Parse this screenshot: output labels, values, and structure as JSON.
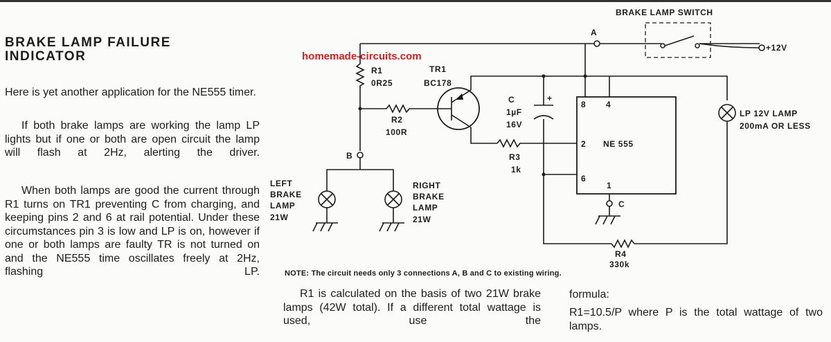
{
  "article": {
    "title_line1": "BRAKE LAMP FAILURE",
    "title_line2": "INDICATOR",
    "intro": "Here is yet another application for the NE555 timer.",
    "para2": "If both brake lamps are working the lamp LP lights but if one or both are open circuit the lamp will flash at 2Hz, alerting the driver.",
    "para3": "When both lamps are good the current through R1 turns on TR1 preventing C from charging, and keeping pins 2 and 6 at rail potential. Under these circumstances pin 3 is low and LP is on, however if one or both lamps are faulty TR is not turned on and the NE555 time oscillates freely at 2Hz, flashing LP.",
    "para4": "R1 is calculated on the basis of two 21W brake lamps (42W total). If a different total wattage is used, use the",
    "formula_label": "formula:",
    "formula": "R1=10.5/P where P is the total wattage of two lamps."
  },
  "watermark": "homemade-circuits.com",
  "note": "NOTE: The circuit needs only 3 connections A, B and C to existing wiring.",
  "schematic": {
    "switch_label": "BRAKE LAMP SWITCH",
    "supply": "+12V",
    "node_a": "A",
    "node_b": "B",
    "node_c": "C",
    "r1_name": "R1",
    "r1_value": "0R25",
    "tr1_name": "TR1",
    "tr1_type": "BC178",
    "r2_name": "R2",
    "r2_value": "100R",
    "c_name": "C",
    "c_value1": "1µF",
    "c_value2": "16V",
    "c_plus": "+",
    "r3_name": "R3",
    "r3_value": "1k",
    "r4_name": "R4",
    "r4_value": "330k",
    "ic_name": "NE 555",
    "pin8": "8",
    "pin4": "4",
    "pin2": "2",
    "pin6": "6",
    "pin1": "1",
    "lp_label1": "LP 12V LAMP",
    "lp_label2": "200mA OR LESS",
    "left_lamp": [
      "LEFT",
      "BRAKE",
      "LAMP",
      "21W"
    ],
    "right_lamp": [
      "RIGHT",
      "BRAKE",
      "LAMP",
      "21W"
    ]
  }
}
